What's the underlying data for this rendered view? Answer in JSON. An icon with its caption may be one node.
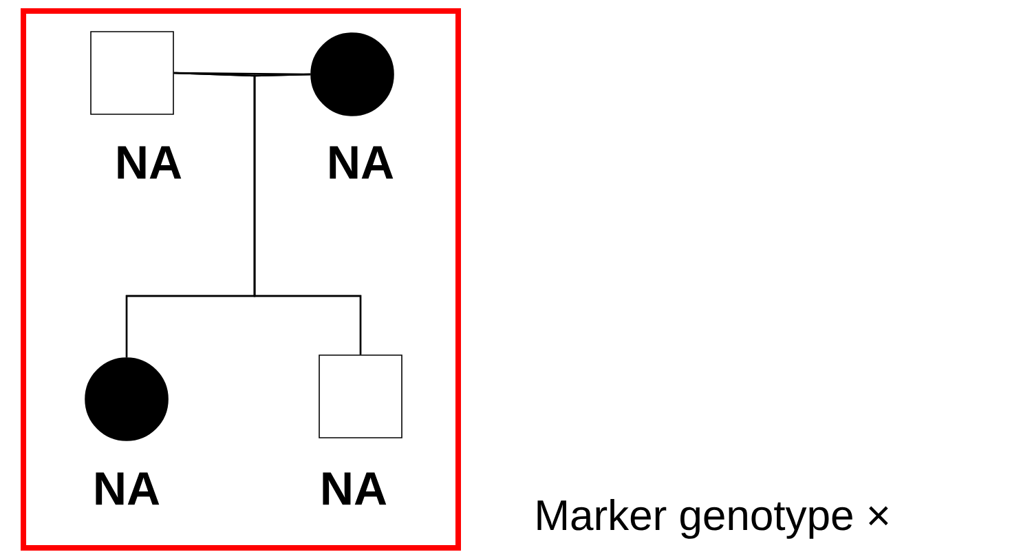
{
  "diagram": {
    "nodes": [
      {
        "text": [],
        "shape": "box"
      },
      {
        "text": [
          "NA"
        ],
        "in": 0
      },
      {
        "text": [
          "NA"
        ],
        "in": 0
      },
      {
        "text": [
          "NA"
        ],
        "in": 0
      },
      {
        "text": [
          "NA"
        ],
        "in": 0
      }
    ],
    "edges": [
      {
        "from": 1,
        "to": 2,
        "arrow": "none"
      },
      {
        "from": 1,
        "to": 3,
        "arrow": "none"
      },
      {
        "from": 1,
        "to": 4,
        "arrow": "none"
      },
      {
        "from": 2,
        "to": 3,
        "arrow": "none"
      },
      {
        "from": 2,
        "to": 4,
        "arrow": "none"
      }
    ],
    "labels": [
      "Marker genotype ×"
    ]
  }
}
